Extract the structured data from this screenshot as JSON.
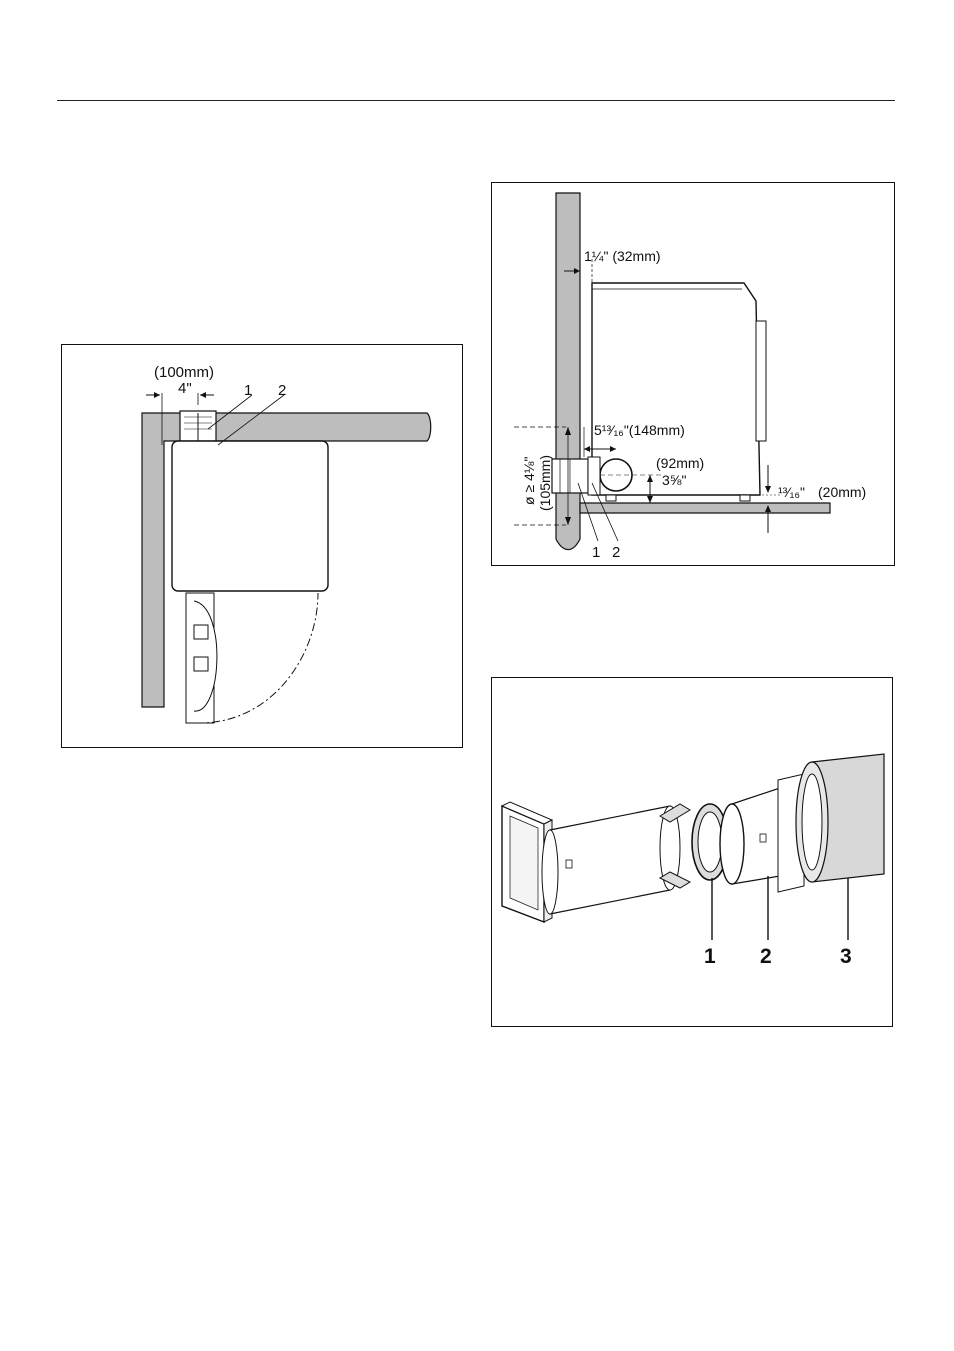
{
  "top_view": {
    "dim_mm": "(100mm)",
    "dim_in": "4\"",
    "callout_1": "1",
    "callout_2": "2"
  },
  "side_view": {
    "wall_gap": "1¼\" (32mm)",
    "duct_offset": "5¹³⁄₁₆\"(148mm)",
    "outlet_mm": "(92mm)",
    "outlet_in": "3⅝\"",
    "foot_in": "¹³⁄₁₆\"",
    "foot_mm": "(20mm)",
    "diameter_in": "ø ≥ 4⅛\"",
    "diameter_mm": "(105mm)",
    "callout_1": "1",
    "callout_2": "2"
  },
  "vent_kit": {
    "callout_1": "1",
    "callout_2": "2",
    "callout_3": "3"
  }
}
